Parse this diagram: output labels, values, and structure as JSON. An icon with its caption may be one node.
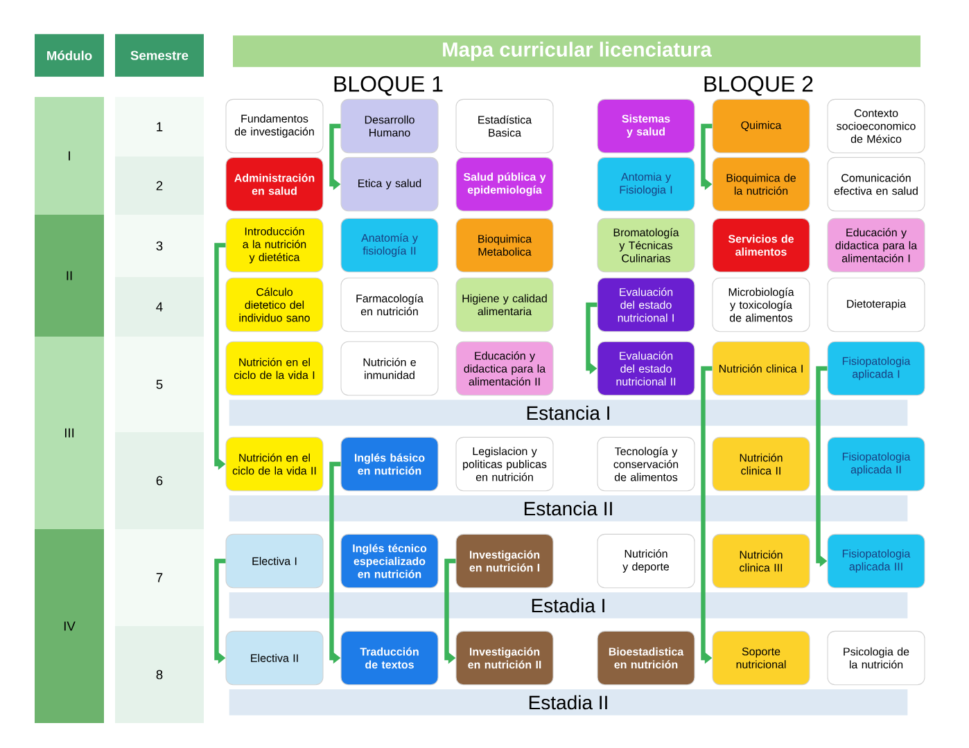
{
  "diagram": {
    "title": "Mapa curricular licenciatura",
    "nodes": [
      {
        "text": [
          "Módulo"
        ]
      },
      {
        "text": [
          "Semestre"
        ]
      },
      {
        "text": [
          "I"
        ]
      },
      {
        "text": [
          "II"
        ]
      },
      {
        "text": [
          "III"
        ]
      },
      {
        "text": [
          "IV"
        ]
      },
      {
        "text": [
          "1"
        ]
      },
      {
        "text": [
          "2"
        ]
      },
      {
        "text": [
          "3"
        ]
      },
      {
        "text": [
          "4"
        ]
      },
      {
        "text": [
          "5"
        ]
      },
      {
        "text": [
          "6"
        ]
      },
      {
        "text": [
          "7"
        ]
      },
      {
        "text": [
          "8"
        ]
      },
      {
        "text": [
          "Fundamentos de investigación"
        ]
      },
      {
        "text": [
          "Desarrollo Humano"
        ]
      },
      {
        "text": [
          "Estadística Basica"
        ]
      },
      {
        "text": [
          "Sistemas y salud"
        ]
      },
      {
        "text": [
          "Quimica"
        ]
      },
      {
        "text": [
          "Contexto socioeconomico de México"
        ]
      },
      {
        "text": [
          "Administración en salud"
        ]
      },
      {
        "text": [
          "Etica y salud"
        ]
      },
      {
        "text": [
          "Salud pública y epidemiología"
        ]
      },
      {
        "text": [
          "Antomia y Fisiologia I"
        ]
      },
      {
        "text": [
          "Bioquimica de la nutrición"
        ]
      },
      {
        "text": [
          "Comunicación efectiva en salud"
        ]
      },
      {
        "text": [
          "Introducción a la nutrición y dietética"
        ]
      },
      {
        "text": [
          "Anatomía y fisiología II"
        ]
      },
      {
        "text": [
          "Bioquimica Metabolica"
        ]
      },
      {
        "text": [
          "Bromatología y Técnicas Culinarias"
        ]
      },
      {
        "text": [
          "Servicios de alimentos"
        ]
      },
      {
        "text": [
          "Educación y didactica para la alimentación I"
        ]
      },
      {
        "text": [
          "Cálculo dietetico del individuo sano"
        ]
      },
      {
        "text": [
          "Farmacología en nutrición"
        ]
      },
      {
        "text": [
          "Higiene y calidad alimentaria"
        ]
      },
      {
        "text": [
          "Evaluación del estado nutricional I"
        ]
      },
      {
        "text": [
          "Microbiología y toxicología de alimentos"
        ]
      },
      {
        "text": [
          "Dietoterapia"
        ]
      },
      {
        "text": [
          "Nutrición en el ciclo de la vida I"
        ]
      },
      {
        "text": [
          "Nutrición e inmunidad"
        ]
      },
      {
        "text": [
          "Educación y didactica para la alimentación II"
        ]
      },
      {
        "text": [
          "Evaluación del estado nutricional II"
        ]
      },
      {
        "text": [
          "Nutrición clinica I"
        ]
      },
      {
        "text": [
          "Fisiopatologia aplicada I"
        ]
      },
      {
        "text": [
          "Nutrición en el ciclo de la vida II"
        ]
      },
      {
        "text": [
          "Inglés básico en nutrición"
        ]
      },
      {
        "text": [
          "Legislacion y politicas publicas en nutrición"
        ]
      },
      {
        "text": [
          "Tecnología y conservación de alimentos"
        ]
      },
      {
        "text": [
          "Nutrición clinica II"
        ]
      },
      {
        "text": [
          "Fisiopatologia aplicada II"
        ]
      },
      {
        "text": [
          "Electiva I"
        ]
      },
      {
        "text": [
          "Inglés técnico especializado en nutrición"
        ]
      },
      {
        "text": [
          "Investigación en nutrición I"
        ]
      },
      {
        "text": [
          "Nutrición y deporte"
        ]
      },
      {
        "text": [
          "Nutrición clinica III"
        ]
      },
      {
        "text": [
          "Fisiopatologia aplicada III"
        ]
      },
      {
        "text": [
          "Electiva II"
        ]
      },
      {
        "text": [
          "Traducción de textos"
        ]
      },
      {
        "text": [
          "Investigación en nutrición II"
        ]
      },
      {
        "text": [
          "Bioestadistica en nutrición"
        ]
      },
      {
        "text": [
          "Soporte nutricional"
        ]
      },
      {
        "text": [
          "Psicologia de la nutrición"
        ]
      }
    ],
    "edges": [
      {
        "from": 15,
        "to": 21,
        "arrow": "to"
      },
      {
        "from": 18,
        "to": 24,
        "arrow": "to"
      },
      {
        "from": 26,
        "to": 44,
        "arrow": "to"
      },
      {
        "from": 35,
        "to": 41,
        "arrow": "to"
      },
      {
        "from": 42,
        "to": 60,
        "arrow": "to"
      },
      {
        "from": 43,
        "to": 55,
        "arrow": "to"
      },
      {
        "from": 45,
        "to": 57,
        "arrow": "to"
      },
      {
        "from": 50,
        "to": 56,
        "arrow": "to"
      },
      {
        "from": 52,
        "to": 58,
        "arrow": "to"
      }
    ],
    "labels": [
      "BLOQUE 1",
      "BLOQUE 2",
      "Estancia I",
      "Estancia II",
      "Estadia I",
      "Estadia II"
    ]
  }
}
